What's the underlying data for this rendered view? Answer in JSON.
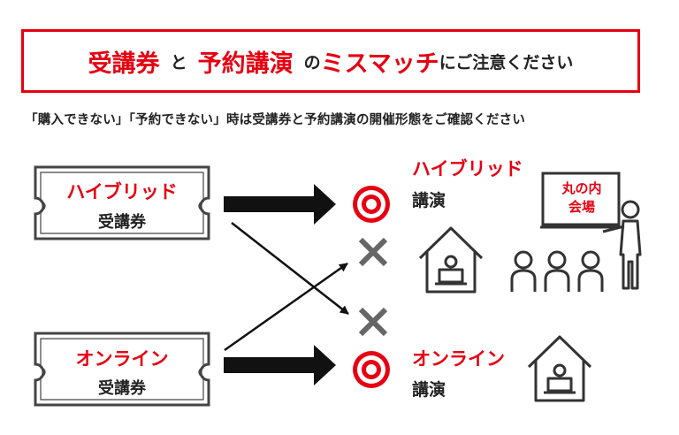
{
  "banner": {
    "part1": "受講券",
    "part2": "と",
    "part3": "予約講演",
    "part4": "の",
    "part5": "ミスマッチ",
    "part6": "にご注意ください"
  },
  "subtitle": "「購入できない」「予約できない」時は受講券と予約講演の開催形態をご確認ください",
  "tickets": [
    {
      "type": "ハイブリッド",
      "label": "受講券"
    },
    {
      "type": "オンライン",
      "label": "受講券"
    }
  ],
  "sessions": [
    {
      "type": "ハイブリッド",
      "label": "講演"
    },
    {
      "type": "オンライン",
      "label": "講演"
    }
  ],
  "venue": {
    "line1": "丸の内",
    "line2": "会場"
  },
  "colors": {
    "accent": "#e60012",
    "ink": "#222222",
    "cross": "#666666",
    "icon": "#333333"
  },
  "icons": {
    "match": "target-icon",
    "mismatch": "cross-icon",
    "home": "house-laptop-icon",
    "presenter": "presenter-icon",
    "audience": "audience-icon"
  }
}
